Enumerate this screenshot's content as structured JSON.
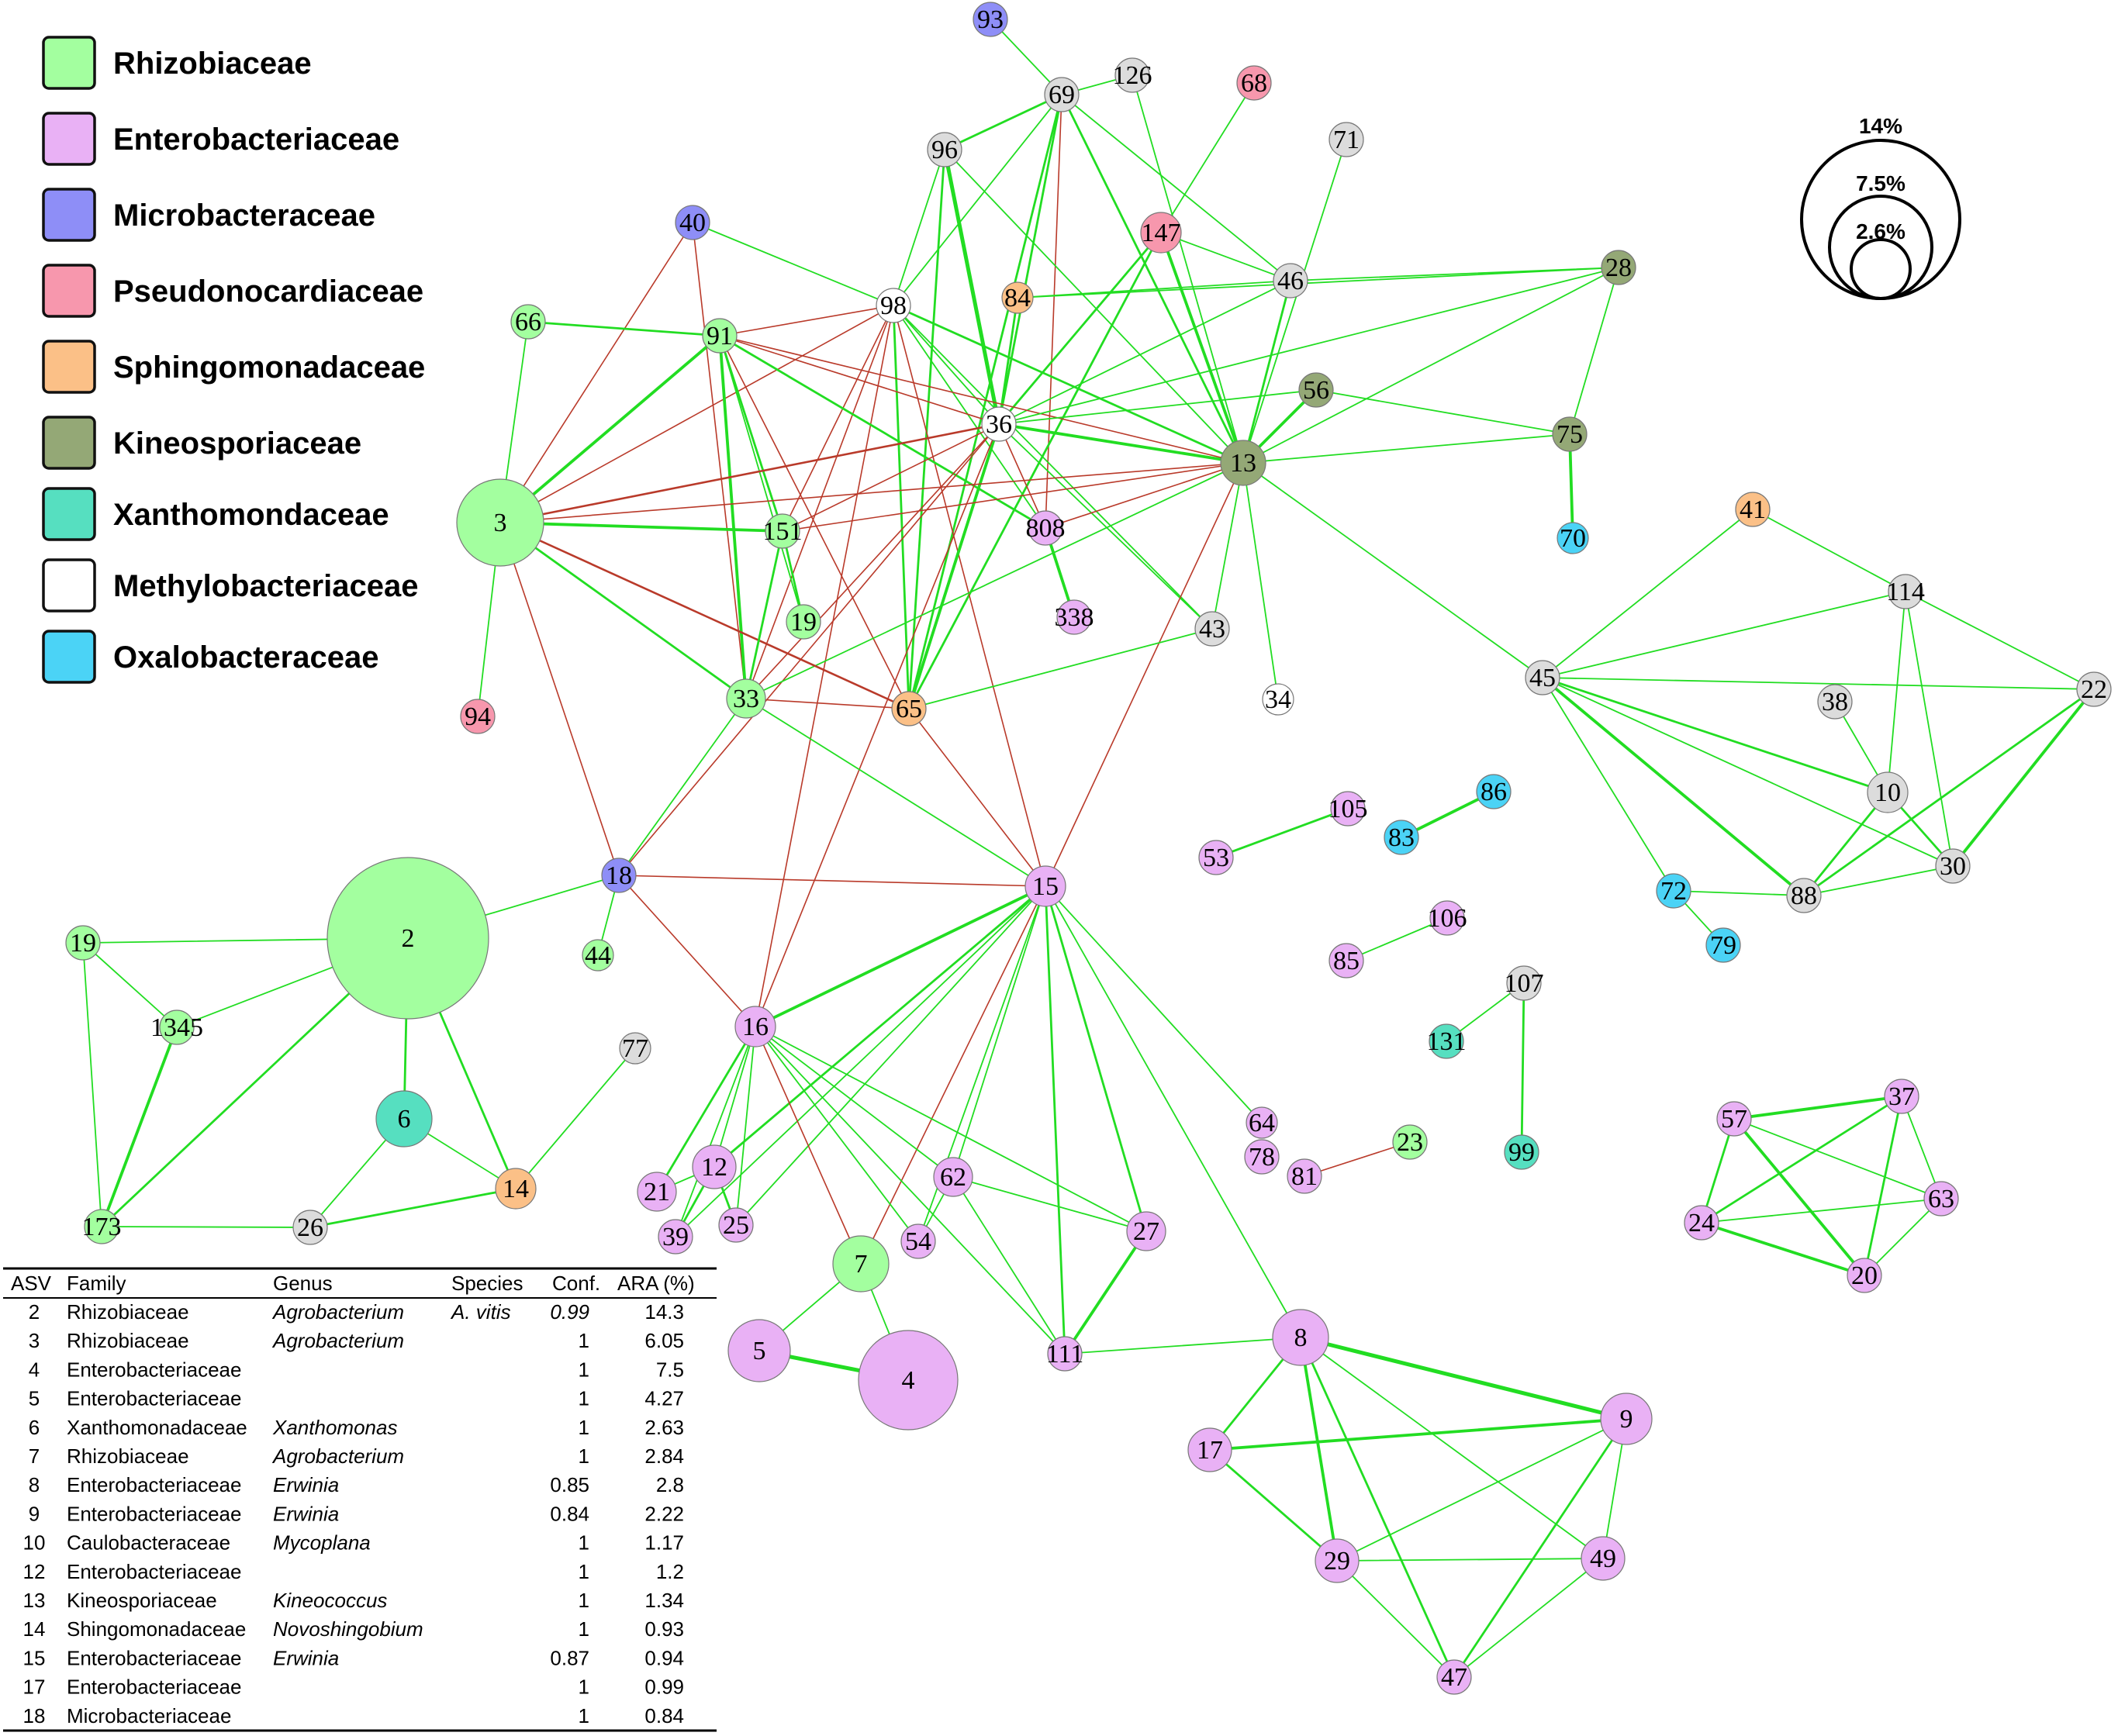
{
  "colors": {
    "Rhizobiaceae": "#a3ff9f",
    "Enterobacteriaceae": "#e9b1f5",
    "Microbacteraceae": "#8e8ef7",
    "Pseudonocardiaceae": "#f797ad",
    "Sphingomonadaceae": "#fbc087",
    "Kineosporiaceae": "#94a876",
    "Xanthomondaceae": "#56dfc0",
    "Methylobacteriaceae": "#ffffff",
    "Oxalobacteraceae": "#4bd3f6",
    "Unknown": "#dcdcdc",
    "positive_edge": "#22dd22",
    "negative_edge": "#b93a2a"
  },
  "legend": [
    {
      "label": "Rhizobiaceae",
      "color": "#a3ff9f"
    },
    {
      "label": "Enterobacteriaceae",
      "color": "#e9b1f5"
    },
    {
      "label": "Microbacteraceae",
      "color": "#8e8ef7"
    },
    {
      "label": "Pseudonocardiaceae",
      "color": "#f797ad"
    },
    {
      "label": "Sphingomonadaceae",
      "color": "#fbc087"
    },
    {
      "label": "Kineosporiaceae",
      "color": "#94a876"
    },
    {
      "label": "Xanthomondaceae",
      "color": "#56dfc0"
    },
    {
      "label": "Methylobacteriaceae",
      "color": "#ffffff"
    },
    {
      "label": "Oxalobacteraceae",
      "color": "#4bd3f6"
    }
  ],
  "size_legend": [
    "14%",
    "7.5%",
    "2.6%"
  ],
  "table": {
    "headers": [
      "ASV",
      "Family",
      "Genus",
      "Species",
      "Conf.",
      "ARA (%)"
    ],
    "rows": [
      [
        "2",
        "Rhizobiaceae",
        "Agrobacterium",
        "A. vitis",
        "0.99",
        "14.3"
      ],
      [
        "3",
        "Rhizobiaceae",
        "Agrobacterium",
        "",
        "1",
        "6.05"
      ],
      [
        "4",
        "Enterobacteriaceae",
        "",
        "",
        "1",
        "7.5"
      ],
      [
        "5",
        "Enterobacteriaceae",
        "",
        "",
        "1",
        "4.27"
      ],
      [
        "6",
        "Xanthomonadaceae",
        "Xanthomonas",
        "",
        "1",
        "2.63"
      ],
      [
        "7",
        "Rhizobiaceae",
        "Agrobacterium",
        "",
        "1",
        "2.84"
      ],
      [
        "8",
        "Enterobacteriaceae",
        "Erwinia",
        "",
        "0.85",
        "2.8"
      ],
      [
        "9",
        "Enterobacteriaceae",
        "Erwinia",
        "",
        "0.84",
        "2.22"
      ],
      [
        "10",
        "Caulobacteraceae",
        "Mycoplana",
        "",
        "1",
        "1.17"
      ],
      [
        "12",
        "Enterobacteriaceae",
        "",
        "",
        "1",
        "1.2"
      ],
      [
        "13",
        "Kineosporiaceae",
        "Kineococcus",
        "",
        "1",
        "1.34"
      ],
      [
        "14",
        "Shingomonadaceae",
        "Novoshingobium",
        "",
        "1",
        "0.93"
      ],
      [
        "15",
        "Enterobacteriaceae",
        "Erwinia",
        "",
        "0.87",
        "0.94"
      ],
      [
        "17",
        "Enterobacteriaceae",
        "",
        "",
        "1",
        "0.99"
      ],
      [
        "18",
        "Microbacteriaceae",
        "",
        "",
        "1",
        "0.84"
      ]
    ]
  },
  "nodes": [
    {
      "id": "93",
      "family": "Microbacteraceae"
    },
    {
      "id": "69",
      "family": "Unknown"
    },
    {
      "id": "126",
      "family": "Unknown"
    },
    {
      "id": "68",
      "family": "Pseudonocardiaceae"
    },
    {
      "id": "71",
      "family": "Unknown"
    },
    {
      "id": "96",
      "family": "Unknown"
    },
    {
      "id": "40",
      "family": "Microbacteraceae"
    },
    {
      "id": "147",
      "family": "Pseudonocardiaceae"
    },
    {
      "id": "46",
      "family": "Unknown"
    },
    {
      "id": "28",
      "family": "Kineosporiaceae"
    },
    {
      "id": "84",
      "family": "Sphingomonadaceae"
    },
    {
      "id": "98",
      "family": "Methylobacteriaceae"
    },
    {
      "id": "66",
      "family": "Rhizobiaceae"
    },
    {
      "id": "91",
      "family": "Rhizobiaceae"
    },
    {
      "id": "56",
      "family": "Kineosporiaceae"
    },
    {
      "id": "36",
      "family": "Methylobacteriaceae"
    },
    {
      "id": "13",
      "family": "Kineosporiaceae"
    },
    {
      "id": "75",
      "family": "Kineosporiaceae"
    },
    {
      "id": "3",
      "family": "Rhizobiaceae"
    },
    {
      "id": "151",
      "family": "Rhizobiaceae"
    },
    {
      "id": "808",
      "family": "Enterobacteriaceae"
    },
    {
      "id": "70",
      "family": "Oxalobacteraceae"
    },
    {
      "id": "41",
      "family": "Sphingomonadaceae"
    },
    {
      "id": "114",
      "family": "Unknown"
    },
    {
      "id": "19a",
      "label": "19",
      "family": "Rhizobiaceae"
    },
    {
      "id": "338",
      "family": "Enterobacteriaceae"
    },
    {
      "id": "43",
      "family": "Unknown"
    },
    {
      "id": "45",
      "family": "Unknown"
    },
    {
      "id": "22",
      "family": "Unknown"
    },
    {
      "id": "94",
      "family": "Pseudonocardiaceae"
    },
    {
      "id": "33",
      "family": "Rhizobiaceae"
    },
    {
      "id": "65",
      "family": "Sphingomonadaceae"
    },
    {
      "id": "34",
      "family": "Methylobacteriaceae"
    },
    {
      "id": "38",
      "family": "Unknown"
    },
    {
      "id": "10",
      "family": "Unknown"
    },
    {
      "id": "105",
      "family": "Enterobacteriaceae"
    },
    {
      "id": "86",
      "family": "Oxalobacteraceae"
    },
    {
      "id": "53",
      "family": "Enterobacteriaceae"
    },
    {
      "id": "83",
      "family": "Oxalobacteraceae"
    },
    {
      "id": "30",
      "family": "Unknown"
    },
    {
      "id": "18",
      "family": "Microbacteraceae"
    },
    {
      "id": "15",
      "family": "Enterobacteriaceae"
    },
    {
      "id": "72",
      "family": "Oxalobacteraceae"
    },
    {
      "id": "88",
      "family": "Unknown"
    },
    {
      "id": "2",
      "family": "Rhizobiaceae"
    },
    {
      "id": "19b",
      "label": "19",
      "family": "Rhizobiaceae"
    },
    {
      "id": "106",
      "family": "Enterobacteriaceae"
    },
    {
      "id": "79",
      "family": "Oxalobacteraceae"
    },
    {
      "id": "44",
      "family": "Rhizobiaceae"
    },
    {
      "id": "85",
      "family": "Enterobacteriaceae"
    },
    {
      "id": "107",
      "family": "Unknown"
    },
    {
      "id": "1345",
      "family": "Rhizobiaceae"
    },
    {
      "id": "16",
      "family": "Enterobacteriaceae"
    },
    {
      "id": "131",
      "family": "Xanthomondaceae"
    },
    {
      "id": "77",
      "family": "Unknown"
    },
    {
      "id": "37",
      "family": "Enterobacteriaceae"
    },
    {
      "id": "57",
      "family": "Enterobacteriaceae"
    },
    {
      "id": "6",
      "family": "Xanthomondaceae"
    },
    {
      "id": "64",
      "family": "Enterobacteriaceae"
    },
    {
      "id": "23",
      "family": "Rhizobiaceae"
    },
    {
      "id": "78",
      "family": "Enterobacteriaceae"
    },
    {
      "id": "99",
      "family": "Xanthomondaceae"
    },
    {
      "id": "81",
      "family": "Enterobacteriaceae"
    },
    {
      "id": "12",
      "family": "Enterobacteriaceae"
    },
    {
      "id": "63",
      "family": "Enterobacteriaceae"
    },
    {
      "id": "62",
      "family": "Enterobacteriaceae"
    },
    {
      "id": "21",
      "family": "Enterobacteriaceae"
    },
    {
      "id": "14",
      "family": "Sphingomonadaceae"
    },
    {
      "id": "173",
      "family": "Rhizobiaceae"
    },
    {
      "id": "26",
      "family": "Unknown"
    },
    {
      "id": "39",
      "family": "Enterobacteriaceae"
    },
    {
      "id": "25",
      "family": "Enterobacteriaceae"
    },
    {
      "id": "54",
      "family": "Enterobacteriaceae"
    },
    {
      "id": "27",
      "family": "Enterobacteriaceae"
    },
    {
      "id": "24",
      "family": "Enterobacteriaceae"
    },
    {
      "id": "20",
      "family": "Enterobacteriaceae"
    },
    {
      "id": "7",
      "family": "Rhizobiaceae"
    },
    {
      "id": "8",
      "family": "Enterobacteriaceae"
    },
    {
      "id": "5",
      "family": "Enterobacteriaceae"
    },
    {
      "id": "4",
      "family": "Enterobacteriaceae"
    },
    {
      "id": "111",
      "family": "Enterobacteriaceae"
    },
    {
      "id": "9",
      "family": "Enterobacteriaceae"
    },
    {
      "id": "17",
      "family": "Enterobacteriaceae"
    },
    {
      "id": "29",
      "family": "Enterobacteriaceae"
    },
    {
      "id": "49",
      "family": "Enterobacteriaceae"
    },
    {
      "id": "47",
      "family": "Enterobacteriaceae"
    }
  ],
  "edges": [
    [
      "93",
      "69",
      1,
      1
    ],
    [
      "126",
      "69",
      1,
      1
    ],
    [
      "68",
      "147",
      1,
      1
    ],
    [
      "69",
      "96",
      1,
      2
    ],
    [
      "69",
      "98",
      1,
      1
    ],
    [
      "69",
      "36",
      1,
      2
    ],
    [
      "69",
      "13",
      1,
      2
    ],
    [
      "69",
      "46",
      1,
      1
    ],
    [
      "69",
      "65",
      1,
      2
    ],
    [
      "69",
      "808",
      -1,
      1
    ],
    [
      "126",
      "13",
      1,
      1
    ],
    [
      "96",
      "36",
      1,
      4
    ],
    [
      "96",
      "13",
      1,
      1
    ],
    [
      "96",
      "98",
      1,
      1
    ],
    [
      "96",
      "65",
      1,
      2
    ],
    [
      "71",
      "13",
      1,
      1
    ],
    [
      "40",
      "98",
      1,
      1
    ],
    [
      "40",
      "3",
      -1,
      1
    ],
    [
      "40",
      "33",
      -1,
      1
    ],
    [
      "147",
      "36",
      1,
      2
    ],
    [
      "147",
      "46",
      1,
      1
    ],
    [
      "147",
      "13",
      1,
      3
    ],
    [
      "147",
      "65",
      1,
      2
    ],
    [
      "46",
      "28",
      1,
      1
    ],
    [
      "46",
      "36",
      1,
      1
    ],
    [
      "46",
      "13",
      1,
      2
    ],
    [
      "46",
      "84",
      1,
      1
    ],
    [
      "84",
      "36",
      1,
      2
    ],
    [
      "84",
      "28",
      1,
      1
    ],
    [
      "98",
      "91",
      -1,
      1
    ],
    [
      "98",
      "36",
      1,
      1
    ],
    [
      "98",
      "13",
      1,
      2
    ],
    [
      "98",
      "3",
      -1,
      1
    ],
    [
      "98",
      "33",
      -1,
      1
    ],
    [
      "98",
      "151",
      -1,
      1
    ],
    [
      "98",
      "15",
      -1,
      1
    ],
    [
      "98",
      "16",
      -1,
      1
    ],
    [
      "98",
      "65",
      1,
      2
    ],
    [
      "98",
      "808",
      1,
      1
    ],
    [
      "98",
      "43",
      1,
      1
    ],
    [
      "66",
      "91",
      1,
      2
    ],
    [
      "66",
      "3",
      1,
      1
    ],
    [
      "91",
      "3",
      1,
      3
    ],
    [
      "91",
      "151",
      1,
      2
    ],
    [
      "91",
      "33",
      1,
      3
    ],
    [
      "91",
      "13",
      -1,
      1
    ],
    [
      "91",
      "36",
      -1,
      1
    ],
    [
      "91",
      "65",
      -1,
      1
    ],
    [
      "91",
      "808",
      1,
      2
    ],
    [
      "91",
      "19a",
      1,
      1
    ],
    [
      "56",
      "36",
      1,
      1
    ],
    [
      "56",
      "13",
      1,
      3
    ],
    [
      "56",
      "75",
      1,
      1
    ],
    [
      "36",
      "13",
      1,
      3
    ],
    [
      "36",
      "3",
      -1,
      2
    ],
    [
      "36",
      "151",
      -1,
      1
    ],
    [
      "36",
      "33",
      -1,
      1
    ],
    [
      "36",
      "65",
      1,
      3
    ],
    [
      "36",
      "43",
      1,
      1
    ],
    [
      "36",
      "808",
      -1,
      1
    ],
    [
      "36",
      "16",
      -1,
      1
    ],
    [
      "36",
      "18",
      -1,
      1
    ],
    [
      "36",
      "28",
      1,
      1
    ],
    [
      "13",
      "3",
      -1,
      1
    ],
    [
      "13",
      "151",
      -1,
      1
    ],
    [
      "13",
      "28",
      1,
      1
    ],
    [
      "13",
      "75",
      1,
      1
    ],
    [
      "13",
      "43",
      1,
      1
    ],
    [
      "13",
      "34",
      1,
      1
    ],
    [
      "13",
      "45",
      1,
      1
    ],
    [
      "13",
      "15",
      -1,
      1
    ],
    [
      "13",
      "808",
      -1,
      1
    ],
    [
      "13",
      "33",
      1,
      1
    ],
    [
      "75",
      "28",
      1,
      1
    ],
    [
      "75",
      "70",
      1,
      3
    ],
    [
      "3",
      "151",
      1,
      3
    ],
    [
      "3",
      "33",
      1,
      2
    ],
    [
      "3",
      "94",
      1,
      1
    ],
    [
      "3",
      "18",
      -1,
      1
    ],
    [
      "3",
      "65",
      -1,
      2
    ],
    [
      "151",
      "19a",
      1,
      2
    ],
    [
      "151",
      "33",
      1,
      2
    ],
    [
      "808",
      "338",
      1,
      3
    ],
    [
      "33",
      "65",
      -1,
      1
    ],
    [
      "33",
      "15",
      1,
      1
    ],
    [
      "33",
      "18",
      1,
      1
    ],
    [
      "65",
      "15",
      -1,
      1
    ],
    [
      "43",
      "65",
      1,
      1
    ],
    [
      "41",
      "45",
      1,
      1
    ],
    [
      "41",
      "114",
      1,
      1
    ],
    [
      "45",
      "114",
      1,
      1
    ],
    [
      "45",
      "22",
      1,
      1
    ],
    [
      "45",
      "10",
      1,
      2
    ],
    [
      "45",
      "88",
      1,
      3
    ],
    [
      "45",
      "30",
      1,
      1
    ],
    [
      "45",
      "72",
      1,
      1
    ],
    [
      "114",
      "10",
      1,
      1
    ],
    [
      "114",
      "30",
      1,
      1
    ],
    [
      "114",
      "22",
      1,
      1
    ],
    [
      "38",
      "10",
      1,
      1
    ],
    [
      "10",
      "30",
      1,
      2
    ],
    [
      "10",
      "88",
      1,
      2
    ],
    [
      "22",
      "88",
      1,
      2
    ],
    [
      "22",
      "30",
      1,
      3
    ],
    [
      "30",
      "88",
      1,
      1
    ],
    [
      "72",
      "88",
      1,
      1
    ],
    [
      "72",
      "79",
      1,
      1
    ],
    [
      "105",
      "53",
      1,
      2
    ],
    [
      "86",
      "83",
      1,
      3
    ],
    [
      "106",
      "85",
      1,
      1
    ],
    [
      "107",
      "131",
      1,
      1
    ],
    [
      "107",
      "99",
      1,
      2
    ],
    [
      "23",
      "81",
      -1,
      1
    ],
    [
      "18",
      "15",
      -1,
      1
    ],
    [
      "18",
      "2",
      1,
      1
    ],
    [
      "18",
      "16",
      -1,
      1
    ],
    [
      "18",
      "44",
      1,
      1
    ],
    [
      "15",
      "16",
      1,
      3
    ],
    [
      "15",
      "12",
      1,
      2
    ],
    [
      "15",
      "39",
      1,
      1
    ],
    [
      "15",
      "25",
      1,
      1
    ],
    [
      "15",
      "62",
      1,
      1
    ],
    [
      "15",
      "54",
      1,
      1
    ],
    [
      "15",
      "27",
      1,
      2
    ],
    [
      "15",
      "111",
      1,
      2
    ],
    [
      "15",
      "8",
      1,
      1
    ],
    [
      "15",
      "64",
      1,
      1
    ],
    [
      "15",
      "7",
      -1,
      1
    ],
    [
      "16",
      "12",
      1,
      1
    ],
    [
      "16",
      "21",
      1,
      2
    ],
    [
      "16",
      "39",
      1,
      1
    ],
    [
      "16",
      "25",
      1,
      1
    ],
    [
      "16",
      "62",
      1,
      1
    ],
    [
      "16",
      "54",
      1,
      1
    ],
    [
      "16",
      "111",
      1,
      1
    ],
    [
      "16",
      "27",
      1,
      1
    ],
    [
      "16",
      "7",
      -1,
      1
    ],
    [
      "2",
      "19b",
      1,
      1
    ],
    [
      "2",
      "1345",
      1,
      1
    ],
    [
      "2",
      "173",
      1,
      2
    ],
    [
      "2",
      "6",
      1,
      2
    ],
    [
      "2",
      "14",
      1,
      2
    ],
    [
      "19b",
      "1345",
      1,
      1
    ],
    [
      "19b",
      "173",
      1,
      1
    ],
    [
      "1345",
      "173",
      1,
      3
    ],
    [
      "173",
      "26",
      1,
      1
    ],
    [
      "6",
      "26",
      1,
      1
    ],
    [
      "6",
      "14",
      1,
      1
    ],
    [
      "26",
      "14",
      1,
      2
    ],
    [
      "14",
      "77",
      1,
      1
    ],
    [
      "12",
      "39",
      1,
      2
    ],
    [
      "12",
      "25",
      1,
      2
    ],
    [
      "12",
      "21",
      1,
      1
    ],
    [
      "62",
      "27",
      1,
      1
    ],
    [
      "62",
      "111",
      1,
      1
    ],
    [
      "27",
      "111",
      1,
      3
    ],
    [
      "54",
      "62",
      1,
      1
    ],
    [
      "7",
      "5",
      1,
      1
    ],
    [
      "7",
      "4",
      1,
      1
    ],
    [
      "5",
      "4",
      1,
      4
    ],
    [
      "111",
      "8",
      1,
      1
    ],
    [
      "8",
      "9",
      1,
      4
    ],
    [
      "8",
      "17",
      1,
      2
    ],
    [
      "8",
      "29",
      1,
      3
    ],
    [
      "8",
      "49",
      1,
      1
    ],
    [
      "8",
      "47",
      1,
      2
    ],
    [
      "9",
      "17",
      1,
      3
    ],
    [
      "9",
      "29",
      1,
      1
    ],
    [
      "9",
      "49",
      1,
      1
    ],
    [
      "9",
      "47",
      1,
      2
    ],
    [
      "17",
      "29",
      1,
      2
    ],
    [
      "29",
      "49",
      1,
      1
    ],
    [
      "29",
      "47",
      1,
      1
    ],
    [
      "49",
      "47",
      1,
      1
    ],
    [
      "57",
      "37",
      1,
      3
    ],
    [
      "57",
      "24",
      1,
      2
    ],
    [
      "57",
      "20",
      1,
      3
    ],
    [
      "57",
      "63",
      1,
      1
    ],
    [
      "37",
      "24",
      1,
      2
    ],
    [
      "37",
      "20",
      1,
      2
    ],
    [
      "37",
      "63",
      1,
      1
    ],
    [
      "24",
      "20",
      1,
      3
    ],
    [
      "24",
      "63",
      1,
      1
    ],
    [
      "20",
      "63",
      1,
      1
    ]
  ]
}
